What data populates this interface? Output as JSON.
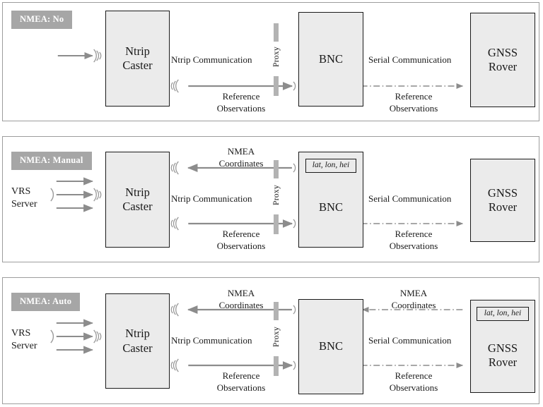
{
  "diagram": {
    "title_hidden": "",
    "colors": {
      "badge_background": "#a6a6a6",
      "badge_text": "#ffffff",
      "node_fill": "#ebebeb",
      "node_border": "#1a1a1a",
      "wire_gray": "#8c8c8c",
      "proxy_bar": "#b3b3b3",
      "panel_border": "#9d9d9d"
    },
    "panels": [
      {
        "id": "nmea-no",
        "badge": "NMEA: No",
        "nodes": {
          "caster": {
            "line1": "Ntrip",
            "line2": "Caster"
          },
          "bnc": {
            "line1": "BNC",
            "coord_chip": null
          },
          "rover": {
            "line1": "GNSS",
            "line2": "Rover",
            "coord_chip": null
          }
        },
        "proxy_label": "Proxy",
        "source_label": null,
        "links": {
          "ntrip_communication": "Ntrip Communication",
          "reference_observations_left": {
            "line1": "Reference",
            "line2": "Observations"
          },
          "serial_communication": "Serial Communication",
          "reference_observations_right": {
            "line1": "Reference",
            "line2": "Observations"
          },
          "nmea_coordinates_left": null,
          "nmea_coordinates_right": null
        }
      },
      {
        "id": "nmea-manual",
        "badge": "NMEA: Manual",
        "nodes": {
          "caster": {
            "line1": "Ntrip",
            "line2": "Caster"
          },
          "bnc": {
            "line1": "BNC",
            "coord_chip": "lat, lon, hei"
          },
          "rover": {
            "line1": "GNSS",
            "line2": "Rover",
            "coord_chip": null
          }
        },
        "proxy_label": "Proxy",
        "source_label": {
          "line1": "VRS",
          "line2": "Server"
        },
        "links": {
          "ntrip_communication": "Ntrip Communication",
          "reference_observations_left": {
            "line1": "Reference",
            "line2": "Observations"
          },
          "serial_communication": "Serial Communication",
          "reference_observations_right": {
            "line1": "Reference",
            "line2": "Observations"
          },
          "nmea_coordinates_left": {
            "line1": "NMEA",
            "line2": "Coordinates"
          },
          "nmea_coordinates_right": null
        }
      },
      {
        "id": "nmea-auto",
        "badge": "NMEA: Auto",
        "nodes": {
          "caster": {
            "line1": "Ntrip",
            "line2": "Caster"
          },
          "bnc": {
            "line1": "BNC",
            "coord_chip": null
          },
          "rover": {
            "line1": "GNSS",
            "line2": "Rover",
            "coord_chip": "lat, lon, hei"
          }
        },
        "proxy_label": "Proxy",
        "source_label": {
          "line1": "VRS",
          "line2": "Server"
        },
        "links": {
          "ntrip_communication": "Ntrip Communication",
          "reference_observations_left": {
            "line1": "Reference",
            "line2": "Observations"
          },
          "serial_communication": "Serial Communication",
          "reference_observations_right": {
            "line1": "Reference",
            "line2": "Observations"
          },
          "nmea_coordinates_left": {
            "line1": "NMEA",
            "line2": "Coordinates"
          },
          "nmea_coordinates_right": {
            "line1": "NMEA",
            "line2": "Coordinates"
          }
        }
      }
    ]
  }
}
